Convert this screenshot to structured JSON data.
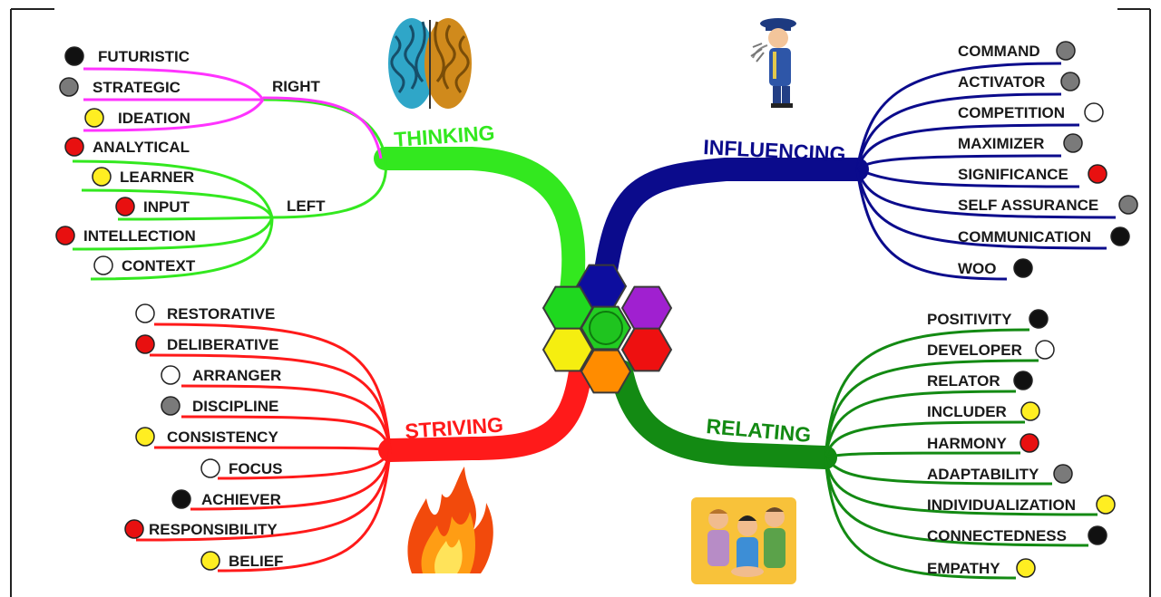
{
  "colors": {
    "thinking": "#33e81f",
    "thinking_right": "#ff33ff",
    "influencing": "#0b0b8c",
    "relating": "#138a13",
    "striving": "#ff1a1a",
    "dot_black": "#111111",
    "dot_gray": "#7a7a7a",
    "dot_yellow": "#ffee22",
    "dot_red": "#e81010",
    "dot_white": "#ffffff"
  },
  "thinking": {
    "title": "THINKING",
    "right_label": "RIGHT",
    "left_label": "LEFT",
    "right_items": [
      {
        "label": "FUTURISTIC",
        "dot": "black"
      },
      {
        "label": "STRATEGIC",
        "dot": "gray"
      },
      {
        "label": "IDEATION",
        "dot": "yellow"
      }
    ],
    "left_items": [
      {
        "label": "ANALYTICAL",
        "dot": "red"
      },
      {
        "label": "LEARNER",
        "dot": "yellow"
      },
      {
        "label": "INPUT",
        "dot": "red"
      },
      {
        "label": "INTELLECTION",
        "dot": "red"
      },
      {
        "label": "CONTEXT",
        "dot": "white"
      }
    ],
    "icon": "brain-icon"
  },
  "influencing": {
    "title": "INFLUENCING",
    "items": [
      {
        "label": "COMMAND",
        "dot": "gray"
      },
      {
        "label": "ACTIVATOR",
        "dot": "gray"
      },
      {
        "label": "COMPETITION",
        "dot": "white"
      },
      {
        "label": "MAXIMIZER",
        "dot": "gray"
      },
      {
        "label": "SIGNIFICANCE",
        "dot": "red"
      },
      {
        "label": "SELF ASSURANCE",
        "dot": "gray"
      },
      {
        "label": "COMMUNICATION",
        "dot": "black"
      },
      {
        "label": "WOO",
        "dot": "black"
      }
    ],
    "icon": "officer-shouting-icon"
  },
  "relating": {
    "title": "RELATING",
    "items": [
      {
        "label": "POSITIVITY",
        "dot": "black"
      },
      {
        "label": "DEVELOPER",
        "dot": "white"
      },
      {
        "label": "RELATOR",
        "dot": "black"
      },
      {
        "label": "INCLUDER",
        "dot": "yellow"
      },
      {
        "label": "HARMONY",
        "dot": "red"
      },
      {
        "label": "ADAPTABILITY",
        "dot": "gray"
      },
      {
        "label": "INDIVIDUALIZATION",
        "dot": "yellow"
      },
      {
        "label": "CONNECTEDNESS",
        "dot": "black"
      },
      {
        "label": "EMPATHY",
        "dot": "yellow"
      }
    ],
    "icon": "group-of-people-icon"
  },
  "striving": {
    "title": "STRIVING",
    "items": [
      {
        "label": "RESTORATIVE",
        "dot": "white"
      },
      {
        "label": "DELIBERATIVE",
        "dot": "red"
      },
      {
        "label": "ARRANGER",
        "dot": "white"
      },
      {
        "label": "DISCIPLINE",
        "dot": "gray"
      },
      {
        "label": "CONSISTENCY",
        "dot": "yellow"
      },
      {
        "label": "FOCUS",
        "dot": "white"
      },
      {
        "label": "ACHIEVER",
        "dot": "black"
      },
      {
        "label": "RESPONSIBILITY",
        "dot": "red"
      },
      {
        "label": "BELIEF",
        "dot": "yellow"
      }
    ],
    "icon": "flame-icon"
  },
  "center": {
    "hexagons": [
      "#0d0d9e",
      "#1fd81f",
      "#a020d0",
      "#f5ee10",
      "#ff8c00",
      "#ee1010",
      "#22cc22"
    ]
  }
}
